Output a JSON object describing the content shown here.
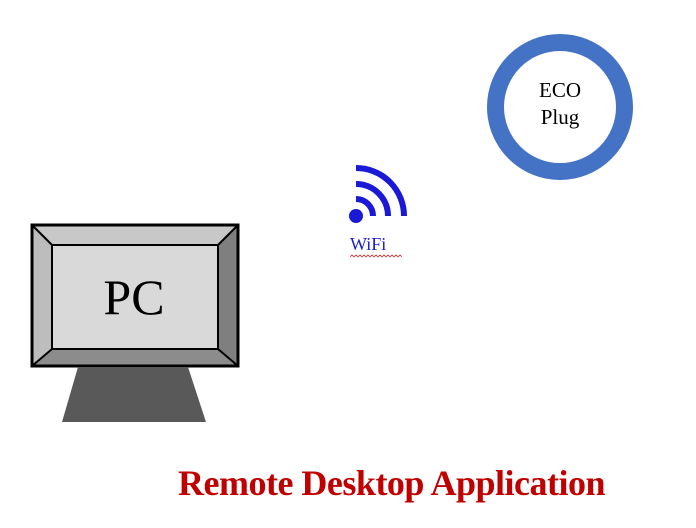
{
  "eco_plug": {
    "line1": "ECO",
    "line2": "Plug"
  },
  "wifi": {
    "label": "WiFi"
  },
  "pc": {
    "label": "PC"
  },
  "caption": "Remote Desktop Application",
  "colors": {
    "eco_ring": "#4472c4",
    "wifi": "#1a1ad6",
    "caption": "#c00000",
    "monitor_face": "#d9d9d9",
    "monitor_dark": "#7f7f7f",
    "stand": "#595959"
  }
}
